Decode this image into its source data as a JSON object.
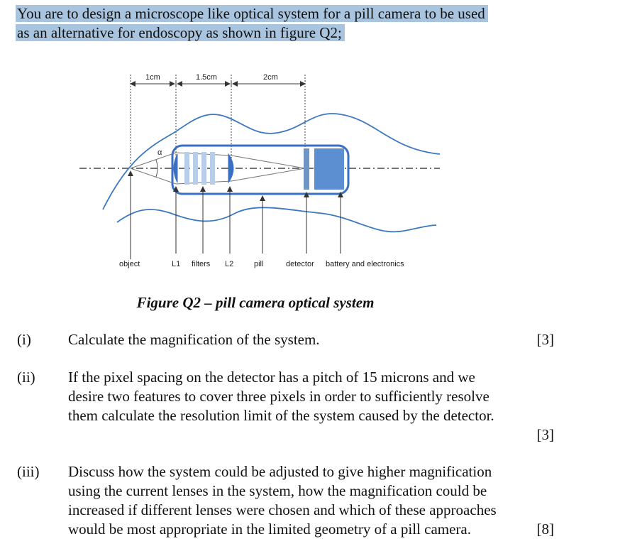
{
  "intro": {
    "line1": "You are to design a microscope like optical system for a pill camera to be used",
    "line2": "as an alternative for endoscopy as shown in figure Q2;"
  },
  "figure": {
    "dims": [
      "1cm",
      "1.5cm",
      "2cm"
    ],
    "alpha": "α",
    "labels": {
      "object": "object",
      "l1": "L1",
      "filters": "filters",
      "l2": "L2",
      "pill": "pill",
      "detector": "detector",
      "battery": "battery and electronics"
    },
    "colors": {
      "lens": "#3a6fc4",
      "filter": "#b7cde8",
      "detector": "#5b8fd1",
      "housing": "#3a6fc4"
    }
  },
  "caption": "Figure Q2 – pill camera optical system",
  "questions": [
    {
      "num": "(i)",
      "text": "Calculate the magnification of the system.",
      "marks": "[3]"
    },
    {
      "num": "(ii)",
      "lines": [
        "If the pixel spacing on the detector has a pitch of 15 microns and we",
        "desire two features to cover three pixels in order to sufficiently resolve",
        "them calculate the resolution limit of the system caused by the detector."
      ],
      "marks": "[3]"
    },
    {
      "num": "(iii)",
      "lines": [
        "Discuss how the system could be adjusted to give higher magnification",
        "using the current lenses in the system, how the magnification could be",
        "increased if different lenses were chosen and which of these approaches",
        "would be most appropriate in the limited geometry of a pill camera."
      ],
      "marks": "[8]"
    }
  ]
}
